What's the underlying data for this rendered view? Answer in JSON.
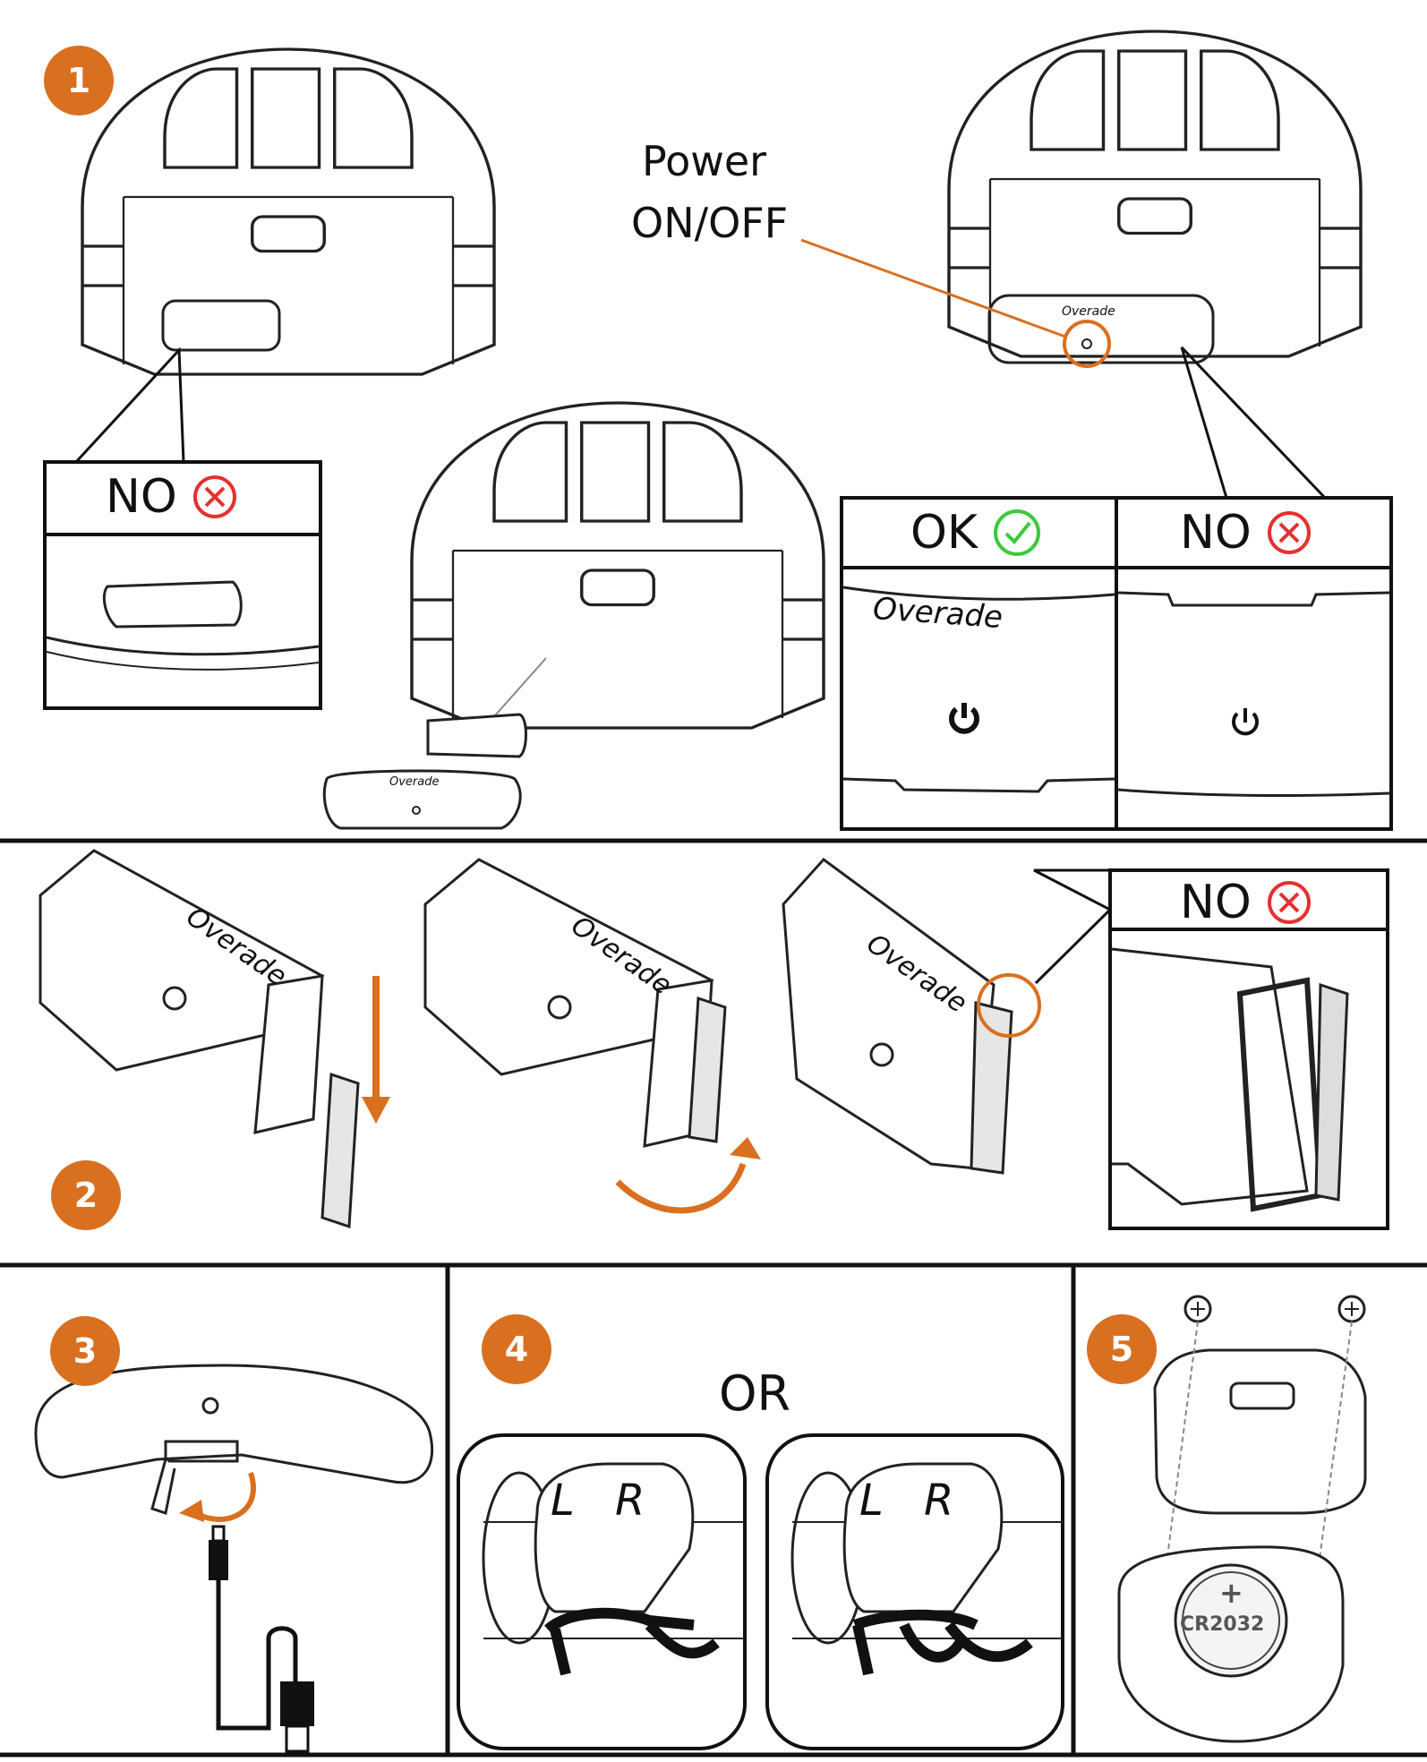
{
  "steps": [
    "1",
    "2",
    "3",
    "4",
    "5"
  ],
  "labels": {
    "power": "Power",
    "on_off": "ON/OFF",
    "no": "NO",
    "ok": "OK",
    "or": "OR",
    "brand": "Overade",
    "left": "L",
    "right": "R",
    "battery": "CR2032",
    "plus": "+"
  },
  "icons": [
    "cross-circle-icon",
    "check-circle-icon",
    "power-icon",
    "orange-arrow-icon",
    "usb-cable-icon",
    "screw-icon"
  ],
  "colors": {
    "accent": "#d9701f",
    "ok": "#3cc93c",
    "no": "#e5312f",
    "line": "#111111"
  }
}
